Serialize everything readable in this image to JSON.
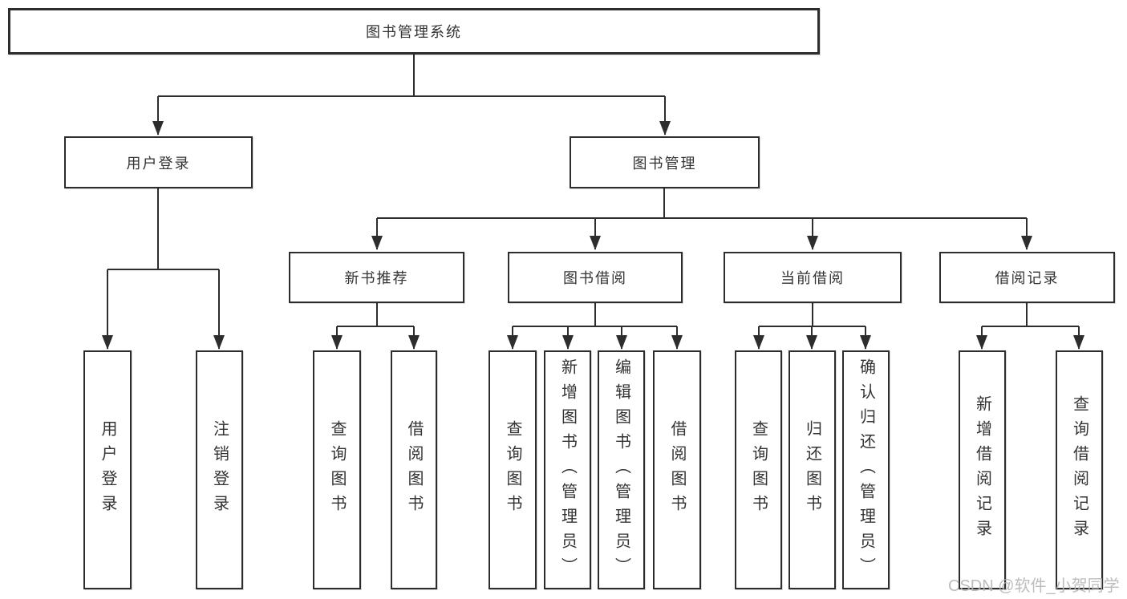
{
  "diagram": {
    "root": {
      "label": "图书管理系统"
    },
    "branches": [
      {
        "label": "用户登录"
      },
      {
        "label": "图书管理"
      }
    ],
    "sections": [
      {
        "label": "新书推荐",
        "parent": "图书管理"
      },
      {
        "label": "图书借阅",
        "parent": "图书管理"
      },
      {
        "label": "当前借阅",
        "parent": "图书管理"
      },
      {
        "label": "借阅记录",
        "parent": "图书管理"
      }
    ],
    "leaves": [
      {
        "label": "用户登录",
        "parent": "用户登录"
      },
      {
        "label": "注销登录",
        "parent": "用户登录"
      },
      {
        "label": "查询图书",
        "parent": "新书推荐"
      },
      {
        "label": "借阅图书",
        "parent": "新书推荐"
      },
      {
        "label": "查询图书",
        "parent": "图书借阅"
      },
      {
        "label": "新增图书（管理员）",
        "parent": "图书借阅"
      },
      {
        "label": "编辑图书（管理员）",
        "parent": "图书借阅"
      },
      {
        "label": "借阅图书",
        "parent": "图书借阅"
      },
      {
        "label": "查询图书",
        "parent": "当前借阅"
      },
      {
        "label": "归还图书",
        "parent": "当前借阅"
      },
      {
        "label": "确认归还（管理员）",
        "parent": "当前借阅"
      },
      {
        "label": "新增借阅记录",
        "parent": "借阅记录"
      },
      {
        "label": "查询借阅记录",
        "parent": "借阅记录"
      }
    ]
  },
  "watermark": {
    "text": "CSDN @软件_小贺同学",
    "color": "#b5b5b5"
  },
  "colors": {
    "line": "#2d2d2d",
    "node_border": "#2d2d2d",
    "node_text": "#333333",
    "background": "#ffffff"
  }
}
